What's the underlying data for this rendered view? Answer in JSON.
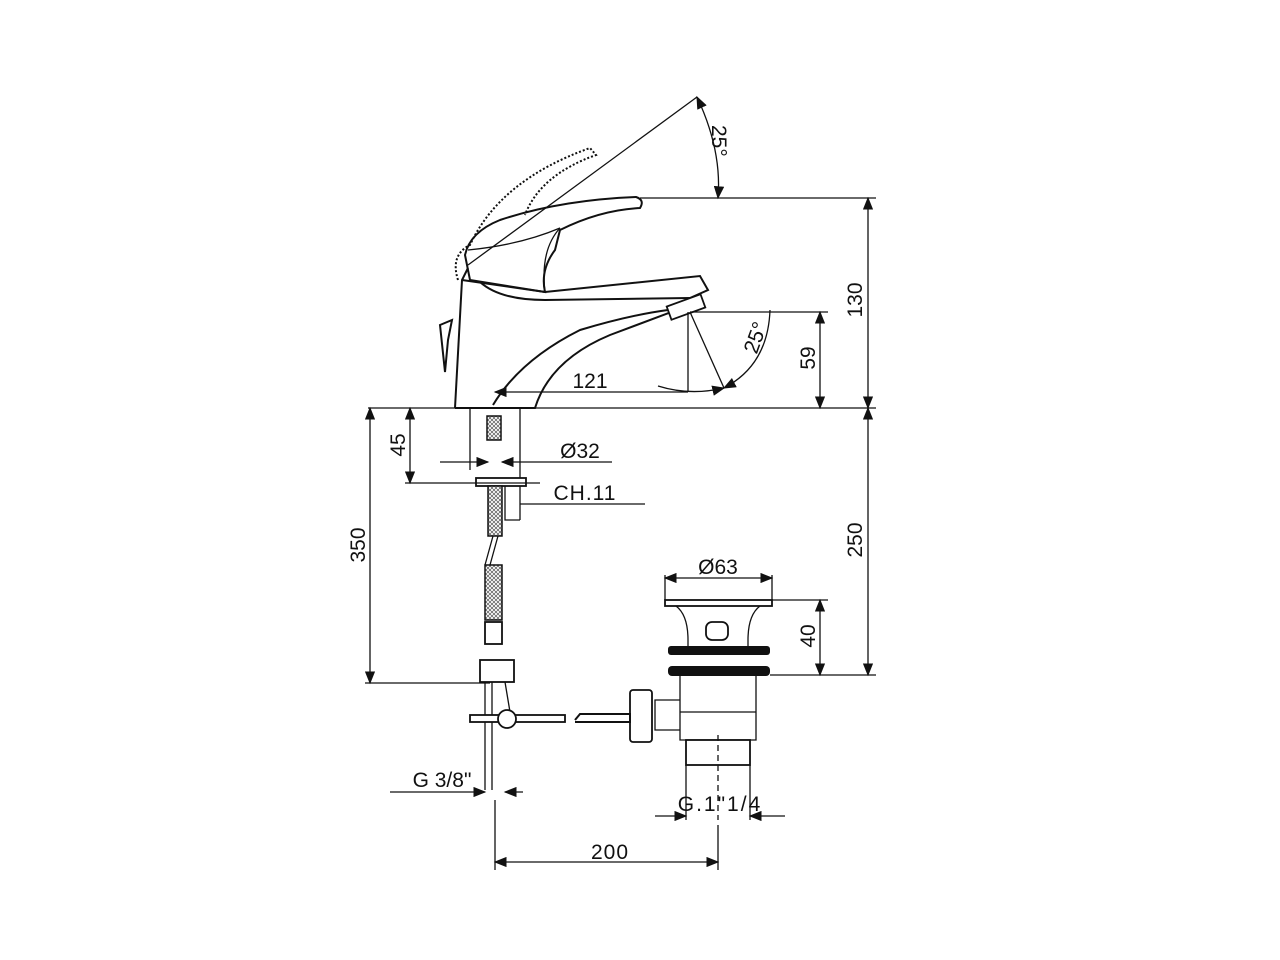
{
  "drawing": {
    "dimensions": {
      "lever_angle": "25°",
      "overall_height": "130",
      "spout_angle": "25°",
      "spout_height": "59",
      "spout_reach": "121",
      "shank_length": "45",
      "shank_diameter": "Ø32",
      "nut_size": "CH.11",
      "hose_length": "350",
      "below_counter": "250",
      "drain_diameter": "Ø63",
      "drain_height": "40",
      "hose_thread": "G 3/8\"",
      "drain_thread": "G.1\"1/4",
      "centre_distance": "200"
    }
  }
}
